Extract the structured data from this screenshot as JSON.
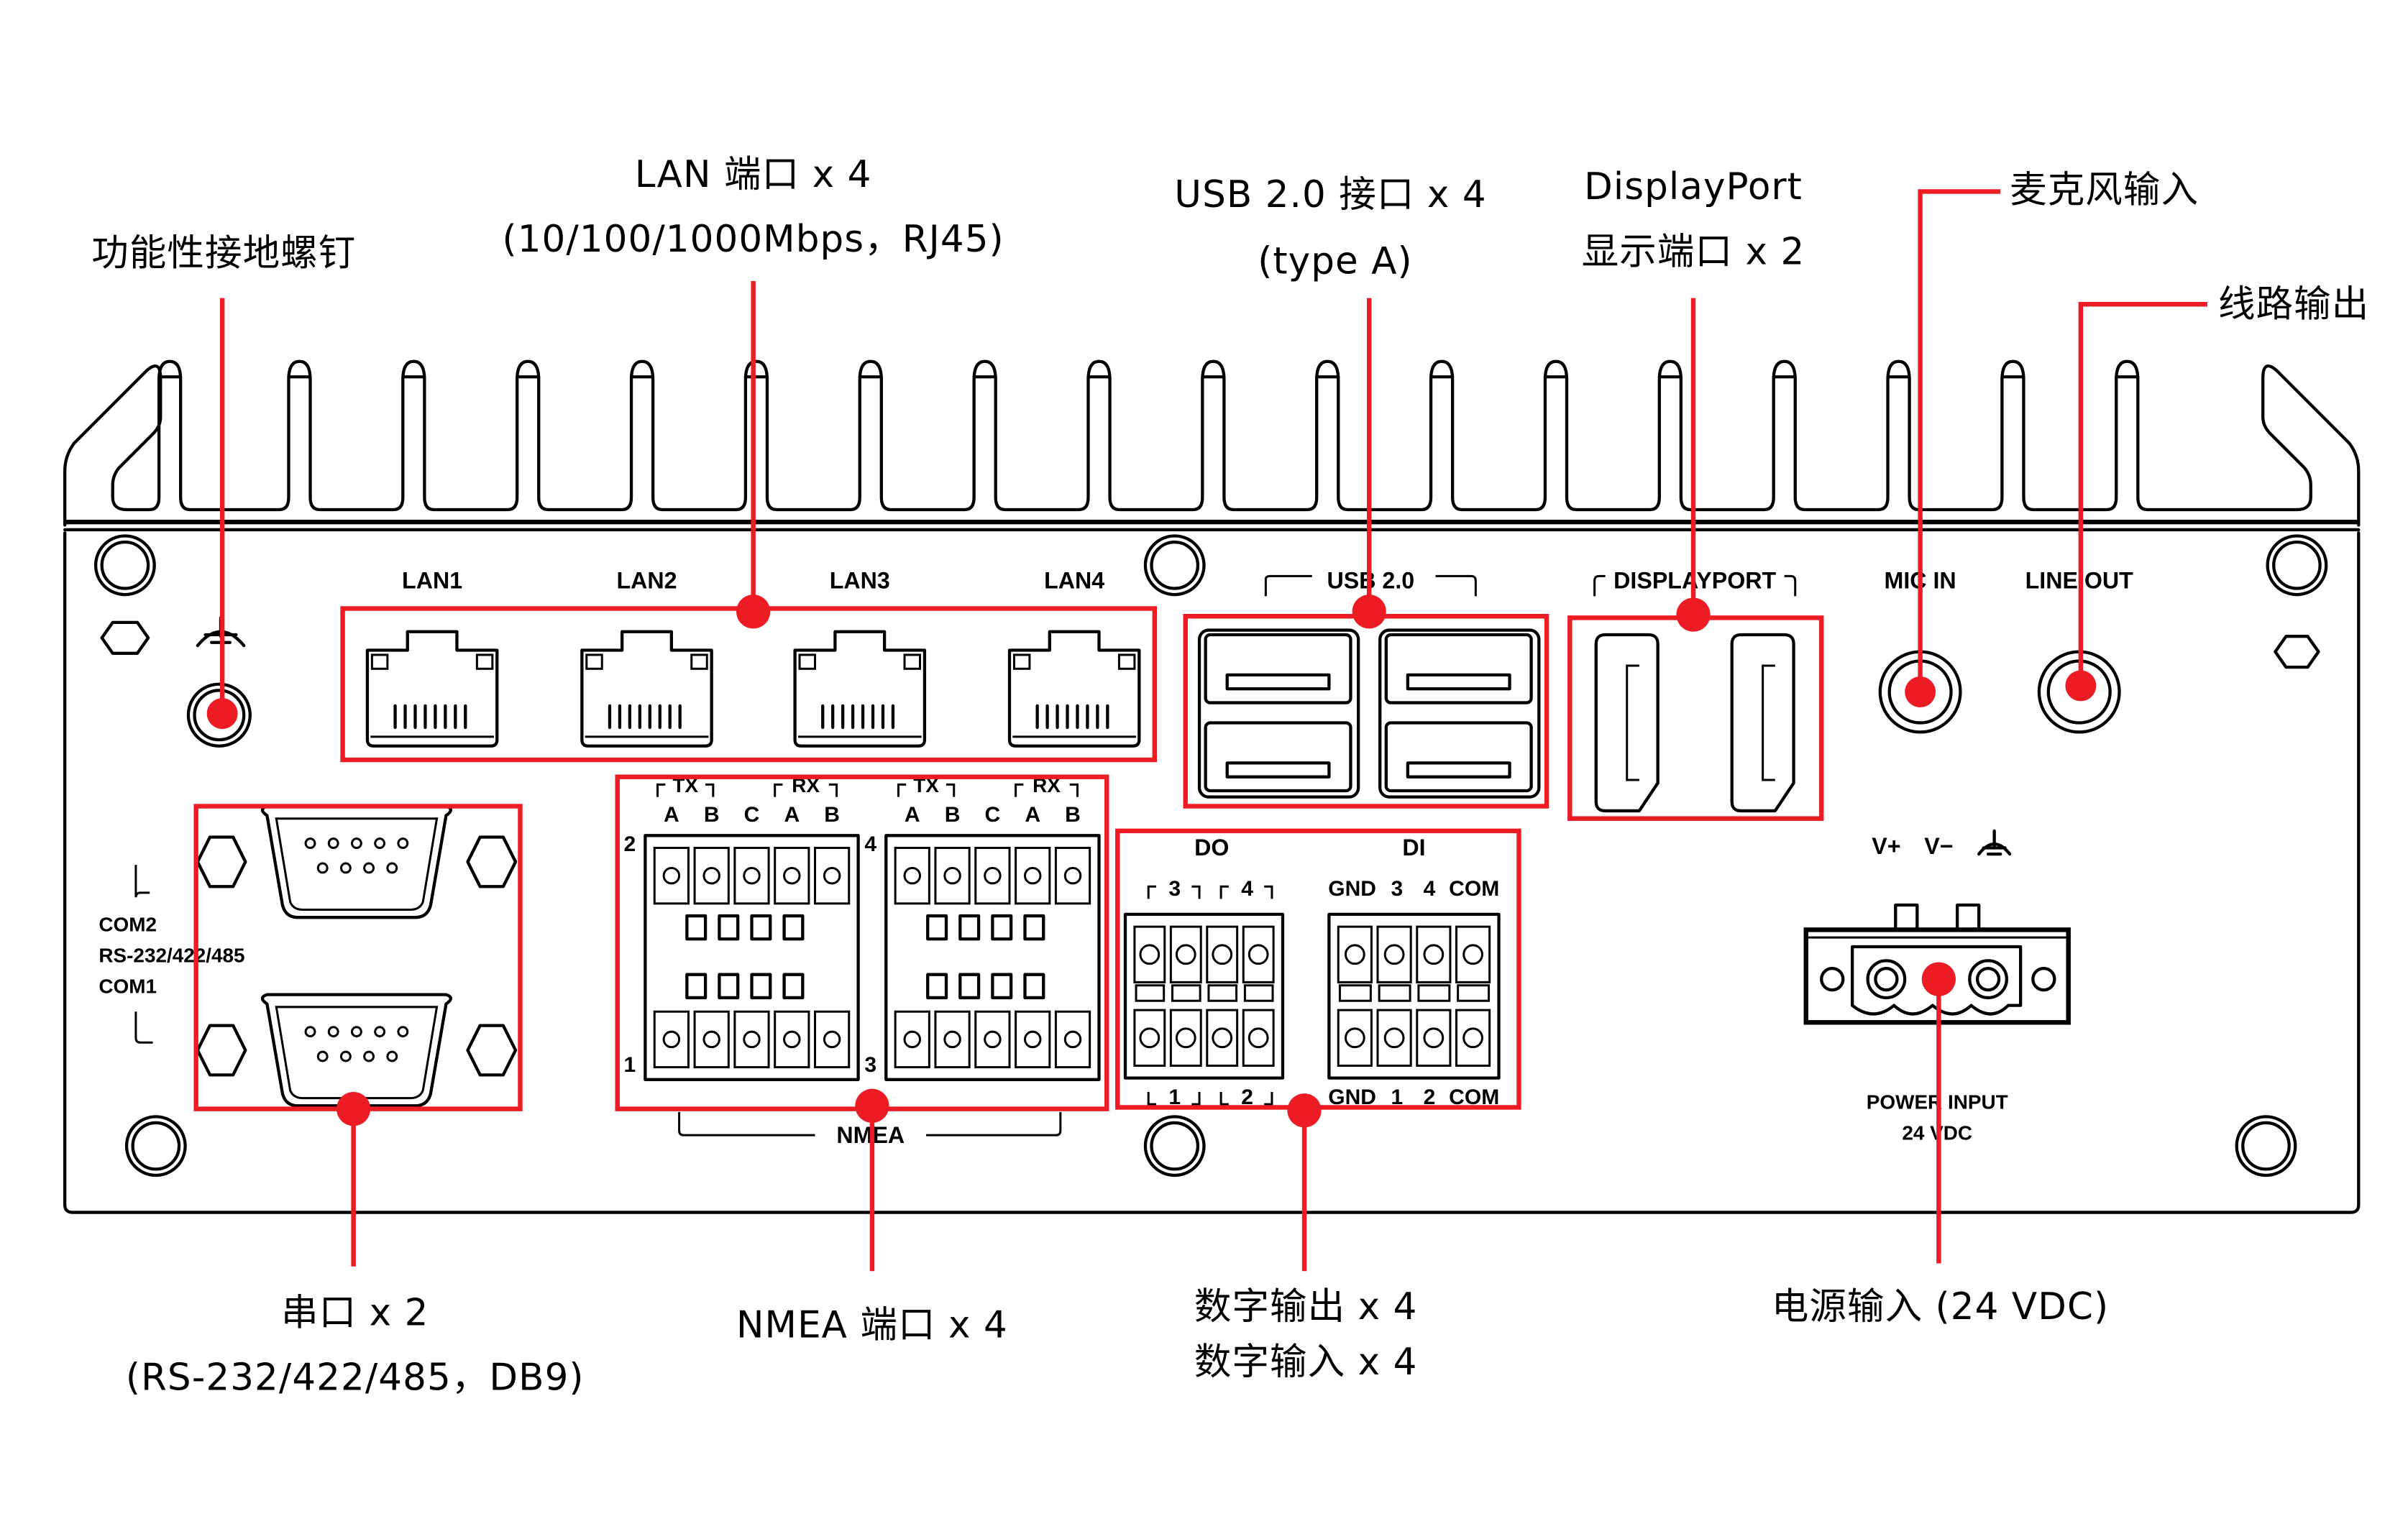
{
  "title": "Embedded computer rear I/O panel diagram",
  "colors": {
    "accent": "#ed1c24",
    "line": "#000000",
    "background": "#ffffff"
  },
  "callouts": {
    "ground_screw": "功能性接地螺钉",
    "lan": {
      "line1": "LAN 端口 x 4",
      "line2": "(10/100/1000Mbps，RJ45)"
    },
    "usb": {
      "line1": "USB 2.0 接口 x 4",
      "line2": "(type A)"
    },
    "displayport": {
      "line1": "DisplayPort",
      "line2": "显示端口 x 2"
    },
    "mic_in": "麦克风输入",
    "line_out": "线路输出",
    "serial": {
      "line1": "串口 x 2",
      "line2": "(RS-232/422/485，DB9)"
    },
    "nmea": "NMEA 端口 x 4",
    "dio": {
      "line1": "数字输出 x 4",
      "line2": "数字输入 x 4"
    },
    "power": "电源输入 (24 VDC)"
  },
  "panel": {
    "lan_ports": [
      "LAN1",
      "LAN2",
      "LAN3",
      "LAN4"
    ],
    "usb_label": "USB 2.0",
    "displayport_label": "DISPLAYPORT",
    "mic_label": "MIC IN",
    "lineout_label": "LINE OUT",
    "com": {
      "top": "COM2",
      "mid": "RS-232/422/485",
      "bottom": "COM1"
    },
    "nmea": {
      "label": "NMEA",
      "group_tx": "TX",
      "group_rx": "RX",
      "pins": [
        "A",
        "B",
        "C",
        "A",
        "B"
      ],
      "port_numbers": {
        "top_left": "2",
        "bottom_left": "1",
        "top_right": "4",
        "bottom_right": "3"
      }
    },
    "dio": {
      "do_label": "DO",
      "di_label": "DI",
      "do_top": [
        "3",
        "4"
      ],
      "do_bottom": [
        "1",
        "2"
      ],
      "di_top": [
        "GND",
        "3",
        "4",
        "COM"
      ],
      "di_bottom": [
        "GND",
        "1",
        "2",
        "COM"
      ]
    },
    "power": {
      "pins": [
        "V+",
        "V−"
      ],
      "label_line1": "POWER INPUT",
      "label_line2": "24 VDC"
    }
  }
}
